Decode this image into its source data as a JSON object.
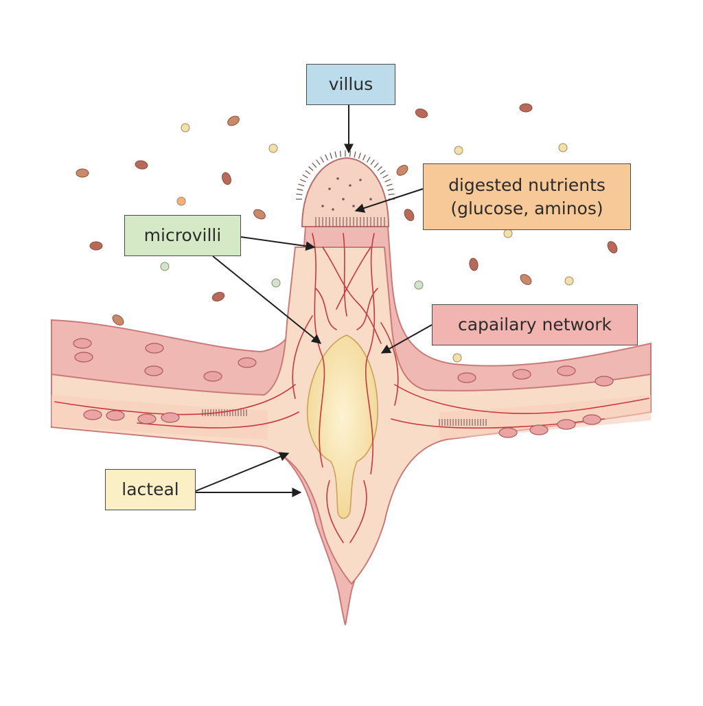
{
  "labels": {
    "villus": "villus",
    "nutrients_line1": "digested nutrients",
    "nutrients_line2": "(glucose, aminos)",
    "microvilli": "microvilli",
    "capillary": "capailary network",
    "lacteal": "lacteal"
  },
  "colors": {
    "villus_box": "#bcdcec",
    "nutrients_box": "#f7c898",
    "microvilli_box": "#d6e9c7",
    "capillary_box": "#f2b4b0",
    "lacteal_box": "#fbefc6",
    "tissue_outer": "#efb8b2",
    "tissue_inner": "#f9dcc8",
    "lacteal_fill": "#f7e2a8",
    "capillary_stroke": "#c8363a",
    "arrow": "#1e1e1e"
  },
  "icons": {
    "microvilli_brush": "brush-border-icon",
    "nutrient_particles": "particle-icon",
    "arrows": "arrow-icon"
  }
}
